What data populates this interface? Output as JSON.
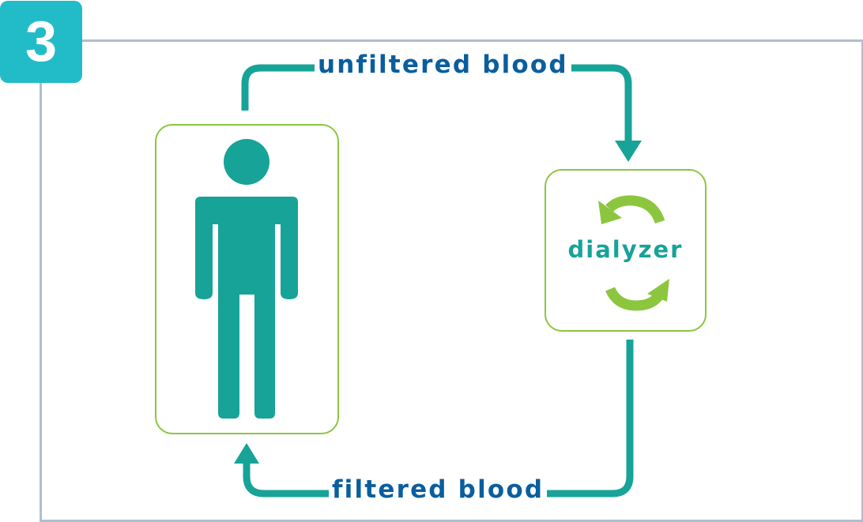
{
  "step": {
    "number": "3"
  },
  "flows": {
    "to_dialyzer": {
      "label": "unfiltered blood"
    },
    "to_patient": {
      "label": "filtered blood"
    }
  },
  "patient": {
    "icon": "person-icon"
  },
  "dialyzer": {
    "label": "dialyzer",
    "icon": "recycle-arrows-icon"
  },
  "colors": {
    "badge": "#22bcc8",
    "frame": "#aebfcf",
    "flow_line": "#17a398",
    "flow_text": "#0a5e9e",
    "box_border": "#8cc63f",
    "person": "#17a398",
    "arrows_icon": "#8cc63f"
  }
}
